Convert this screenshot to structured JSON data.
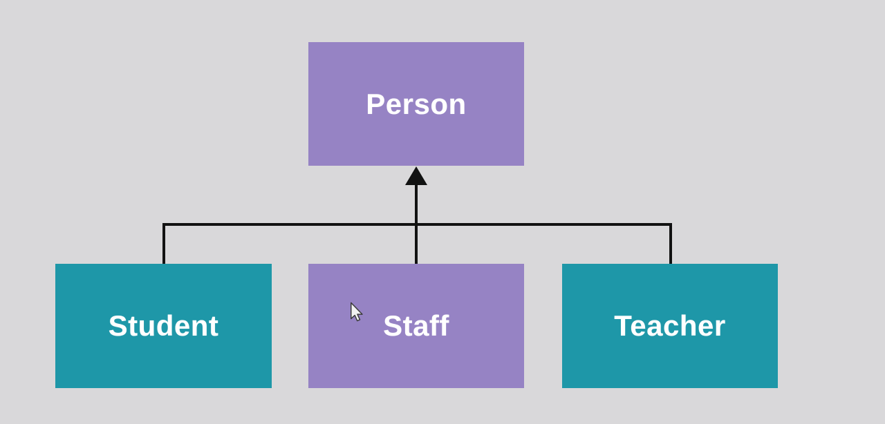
{
  "canvas": {
    "background_color": "#d9d8da",
    "description": "Inheritance hierarchy diagram slide"
  },
  "diagram": {
    "type": "inheritance-hierarchy",
    "connector_color": "#121212",
    "arrow_style": "filled-triangle-up",
    "nodes": [
      {
        "id": "person",
        "label": "Person",
        "fill": "#9683c4",
        "text_color": "#ffffff",
        "role": "parent"
      },
      {
        "id": "student",
        "label": "Student",
        "fill": "#1e97a8",
        "text_color": "#ffffff",
        "role": "child"
      },
      {
        "id": "staff",
        "label": "Staff",
        "fill": "#9683c4",
        "text_color": "#ffffff",
        "role": "child"
      },
      {
        "id": "teacher",
        "label": "Teacher",
        "fill": "#1e97a8",
        "text_color": "#ffffff",
        "role": "child"
      }
    ],
    "edges": [
      {
        "from": "student",
        "to": "person"
      },
      {
        "from": "staff",
        "to": "person"
      },
      {
        "from": "teacher",
        "to": "person"
      }
    ]
  },
  "cursor": {
    "type": "arrow-pointer",
    "fill": "#f2f2f2",
    "outline": "#3c3c3c"
  }
}
